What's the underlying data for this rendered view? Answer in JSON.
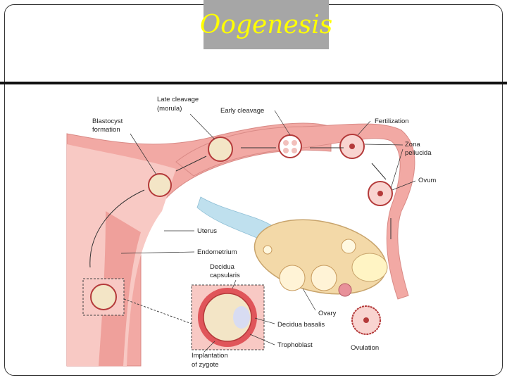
{
  "slide": {
    "title": "Oogenesis"
  },
  "labels": {
    "late_cleavage_1": "Late cleavage",
    "late_cleavage_2": "(morula)",
    "early_cleavage": "Early cleavage",
    "blastocyst_1": "Blastocyst",
    "blastocyst_2": "formation",
    "fertilization": "Fertilization",
    "zona_1": "Zona",
    "zona_2": "pellucida",
    "ovum": "Ovum",
    "uterus": "Uterus",
    "endometrium": "Endometrium",
    "decidua_cap_1": "Decidua",
    "decidua_cap_2": "capsularis",
    "ovary": "Ovary",
    "decidua_basalis": "Decidua basalis",
    "trophoblast": "Trophoblast",
    "implantation_1": "Implantation",
    "implantation_2": "of zygote",
    "ovulation": "Ovulation"
  },
  "colors": {
    "title_text": "#ffff00",
    "title_bg": "#a6a6a6",
    "tissue_pink": "#f2a9a4",
    "tissue_light": "#f8c9c4",
    "ovary_fill": "#f3d9a8",
    "ligament_blue": "#bfe0ee"
  }
}
